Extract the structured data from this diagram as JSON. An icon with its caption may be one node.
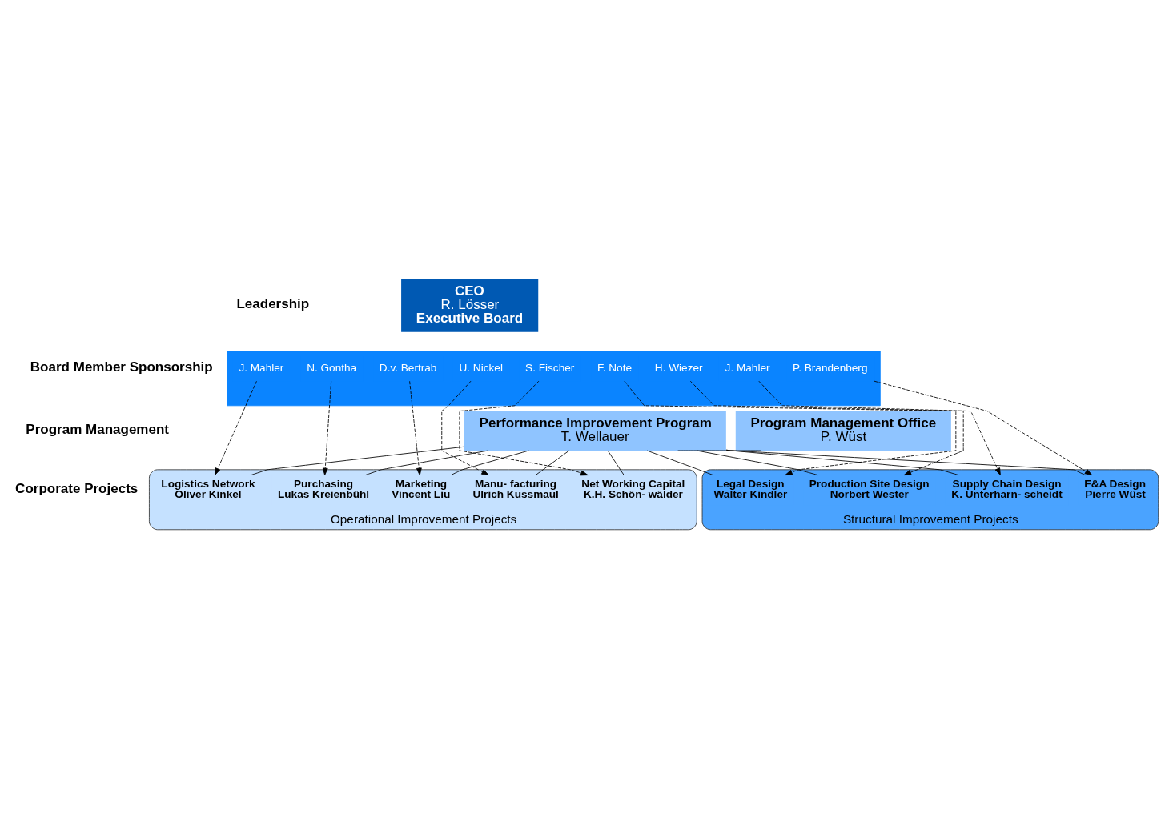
{
  "diagram": {
    "nodes": [
      {
        "text": [
          "CEO",
          "R. Lösser",
          "Executive Board"
        ]
      },
      {
        "text": [],
        "shape": "bar"
      },
      {
        "text": [
          "J. Mahler"
        ],
        "in": 1
      },
      {
        "text": [
          "N. Gontha"
        ],
        "in": 1
      },
      {
        "text": [
          "D.v. Bertrab"
        ],
        "in": 1
      },
      {
        "text": [
          "U. Nickel"
        ],
        "in": 1
      },
      {
        "text": [
          "S. Fischer"
        ],
        "in": 1
      },
      {
        "text": [
          "F. Note"
        ],
        "in": 1
      },
      {
        "text": [
          "H. Wiezer"
        ],
        "in": 1
      },
      {
        "text": [
          "J. Mahler"
        ],
        "in": 1
      },
      {
        "text": [
          "P. Brandenberg"
        ],
        "in": 1
      },
      {
        "text": [
          "Performance Improvement Program",
          "T. Wellauer"
        ]
      },
      {
        "text": [
          "Program Management Office",
          "P. Wüst"
        ]
      },
      {
        "text": [
          "Operational Improvement Projects"
        ]
      },
      {
        "text": [
          "Structural Improvement Projects"
        ]
      },
      {
        "text": [
          "Logistics Network",
          "Oliver Kinkel"
        ],
        "in": 13
      },
      {
        "text": [
          "Purchasing",
          "Lukas Kreienbühl"
        ],
        "in": 13
      },
      {
        "text": [
          "Marketing",
          "Vincent Liu"
        ],
        "in": 13
      },
      {
        "text": [
          "Manu- facturing",
          "Ulrich Kussmaul"
        ],
        "in": 13
      },
      {
        "text": [
          "Net Working Capital",
          "K.H. Schön- wälder"
        ],
        "in": 13
      },
      {
        "text": [
          "Legal Design",
          "Walter Kindler"
        ],
        "in": 14
      },
      {
        "text": [
          "Production Site Design",
          "Norbert Wester"
        ],
        "in": 14
      },
      {
        "text": [
          "Supply Chain Design",
          "K. Unterharn- scheidt"
        ],
        "in": 14
      },
      {
        "text": [
          "F&A Design",
          "Pierre Wüst"
        ],
        "in": 14
      }
    ],
    "edges": [
      {
        "from": 2,
        "to": 15,
        "arrow": "to",
        "style": "dashed"
      },
      {
        "from": 3,
        "to": 16,
        "arrow": "to",
        "style": "dashed"
      },
      {
        "from": 4,
        "to": 17,
        "arrow": "to",
        "style": "dashed"
      },
      {
        "from": 5,
        "to": 18,
        "arrow": "to",
        "style": "dashed"
      },
      {
        "from": 6,
        "to": 19,
        "arrow": "to",
        "style": "dashed"
      },
      {
        "from": 7,
        "to": 20,
        "arrow": "to",
        "style": "dashed"
      },
      {
        "from": 8,
        "to": 21,
        "arrow": "to",
        "style": "dashed"
      },
      {
        "from": 9,
        "to": 22,
        "arrow": "to",
        "style": "dashed"
      },
      {
        "from": 10,
        "to": 23,
        "arrow": "to",
        "style": "dashed"
      },
      {
        "from": 12,
        "to": 11,
        "arrow": "none"
      },
      {
        "from": 11,
        "to": 15,
        "arrow": "none"
      },
      {
        "from": 11,
        "to": 16,
        "arrow": "none"
      },
      {
        "from": 11,
        "to": 17,
        "arrow": "none"
      },
      {
        "from": 11,
        "to": 18,
        "arrow": "none"
      },
      {
        "from": 11,
        "to": 19,
        "arrow": "none"
      },
      {
        "from": 11,
        "to": 20,
        "arrow": "none"
      },
      {
        "from": 11,
        "to": 21,
        "arrow": "none"
      },
      {
        "from": 11,
        "to": 22,
        "arrow": "none"
      },
      {
        "from": 11,
        "to": 23,
        "arrow": "none"
      }
    ],
    "labels": [
      "Leadership",
      "Board Member Sponsorship",
      "Program Management",
      "Corporate Projects"
    ]
  }
}
